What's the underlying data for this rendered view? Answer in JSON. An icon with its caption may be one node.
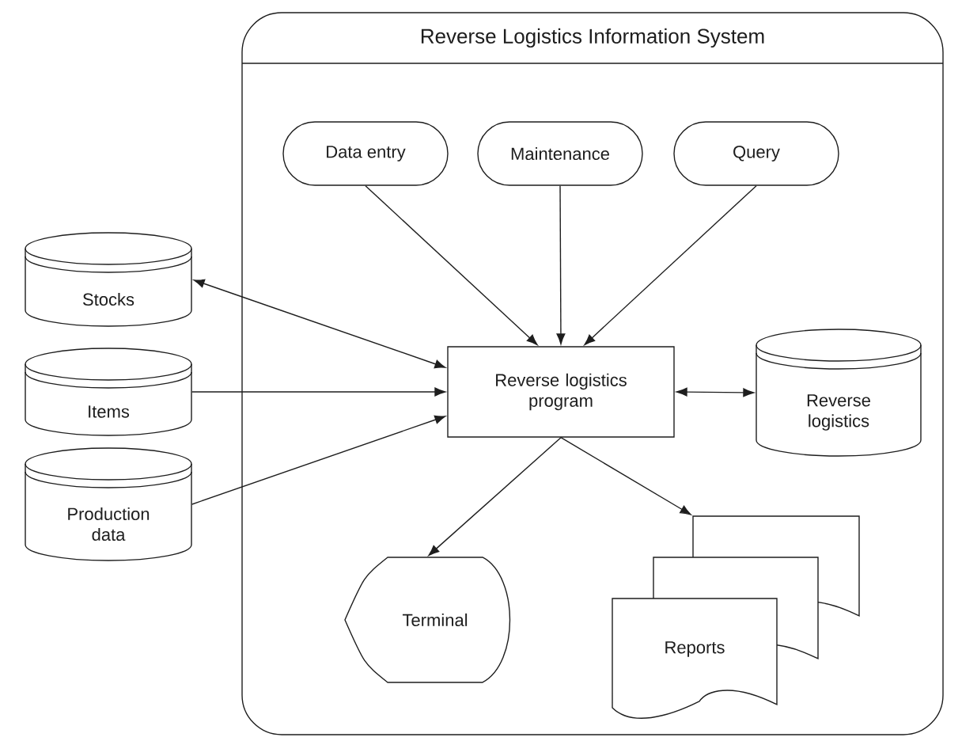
{
  "diagram": {
    "nodes": [
      {
        "text": [
          "Reverse Logistics Information System"
        ]
      },
      {
        "text": [
          "Data entry"
        ],
        "in": 0
      },
      {
        "text": [
          "Maintenance"
        ],
        "in": 0
      },
      {
        "text": [
          "Query"
        ],
        "in": 0
      },
      {
        "text": [
          "Stocks"
        ]
      },
      {
        "text": [
          "Items"
        ]
      },
      {
        "text": [
          "Production data"
        ]
      },
      {
        "text": [
          "Reverse logistics program"
        ],
        "in": 0
      },
      {
        "text": [
          "Reverse logistics"
        ],
        "in": 0
      },
      {
        "text": [
          "Terminal"
        ],
        "in": 0
      },
      {
        "text": [
          "Reports"
        ],
        "in": 0
      }
    ],
    "edges": [
      {
        "from": 1,
        "to": 7,
        "arrow": "to"
      },
      {
        "from": 2,
        "to": 7,
        "arrow": "to"
      },
      {
        "from": 3,
        "to": 7,
        "arrow": "to"
      },
      {
        "from": 4,
        "to": 7,
        "arrow": "both"
      },
      {
        "from": 5,
        "to": 7,
        "arrow": "to"
      },
      {
        "from": 6,
        "to": 7,
        "arrow": "to"
      },
      {
        "from": 7,
        "to": 8,
        "arrow": "both"
      },
      {
        "from": 7,
        "to": 9,
        "arrow": "to"
      },
      {
        "from": 7,
        "to": 10,
        "arrow": "to"
      }
    ]
  }
}
